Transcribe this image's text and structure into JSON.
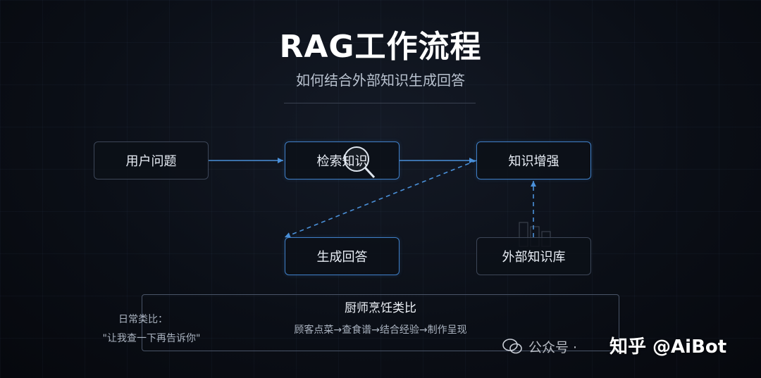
{
  "header": {
    "title": "RAG工作流程",
    "subtitle": "如何结合外部知识生成回答"
  },
  "nodes": {
    "user_question": "用户问题",
    "retrieve": "检索知识",
    "enhance": "知识增强",
    "generate": "生成回答",
    "knowledge_base": "外部知识库"
  },
  "analogy": {
    "title": "厨师烹饪类比",
    "steps": "顾客点菜→查食谱→结合经验→制作呈现",
    "daily_label": "日常类比：",
    "daily_quote": "\"让我查一下再告诉你\""
  },
  "watermark": {
    "public_account": "公众号 ·",
    "platform_author": "知乎 @AiBot"
  },
  "colors": {
    "accent": "#4a90d9",
    "node_blue_border": "#3f7fc7",
    "node_gray_border": "#3d4658"
  }
}
